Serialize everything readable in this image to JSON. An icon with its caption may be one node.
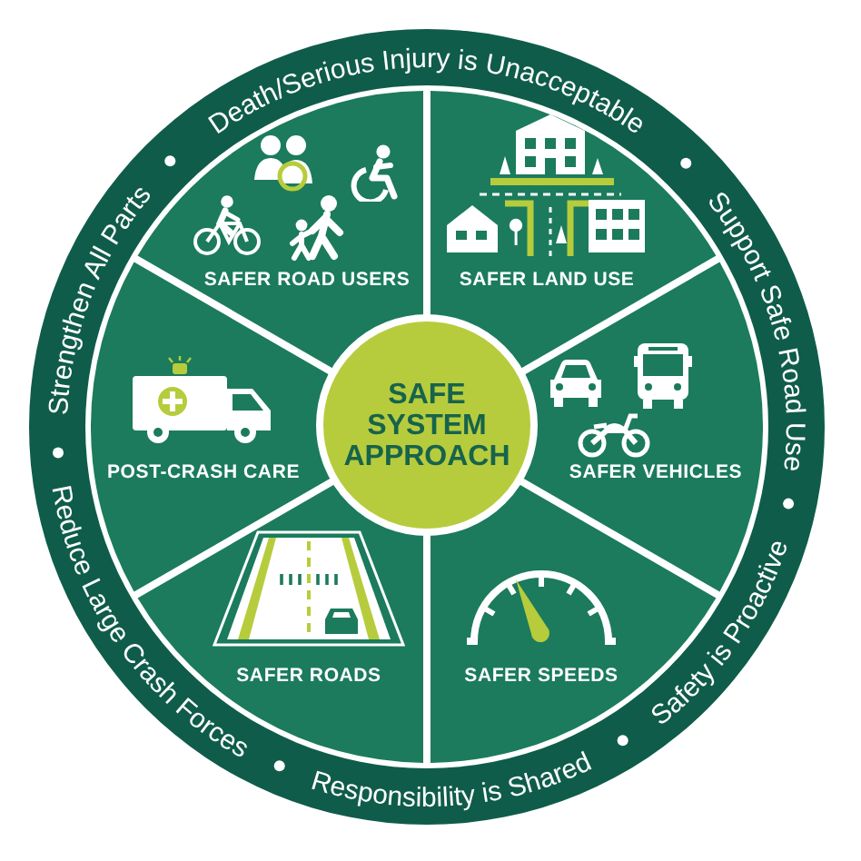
{
  "diagram": {
    "nodes": [
      {
        "text": [
          "Death/Serious Injury is Unacceptable",
          "Support Safe Road Use",
          "Safety is Proactive",
          "Responsibility is Shared",
          "Reduce Large Crash Forces",
          "Strengthen All Parts"
        ]
      },
      {
        "text": [
          "SAFER ROAD USERS"
        ],
        "in": 0
      },
      {
        "text": [
          "SAFER LAND USE"
        ],
        "in": 0
      },
      {
        "text": [
          "POST-CRASH CARE"
        ],
        "in": 0
      },
      {
        "text": [
          "SAFE SYSTEM APPROACH"
        ],
        "in": 0
      },
      {
        "text": [
          "SAFER VEHICLES"
        ],
        "in": 0
      },
      {
        "text": [
          "SAFER ROADS"
        ],
        "in": 0
      },
      {
        "text": [
          "SAFER SPEEDS"
        ],
        "in": 0
      }
    ]
  }
}
